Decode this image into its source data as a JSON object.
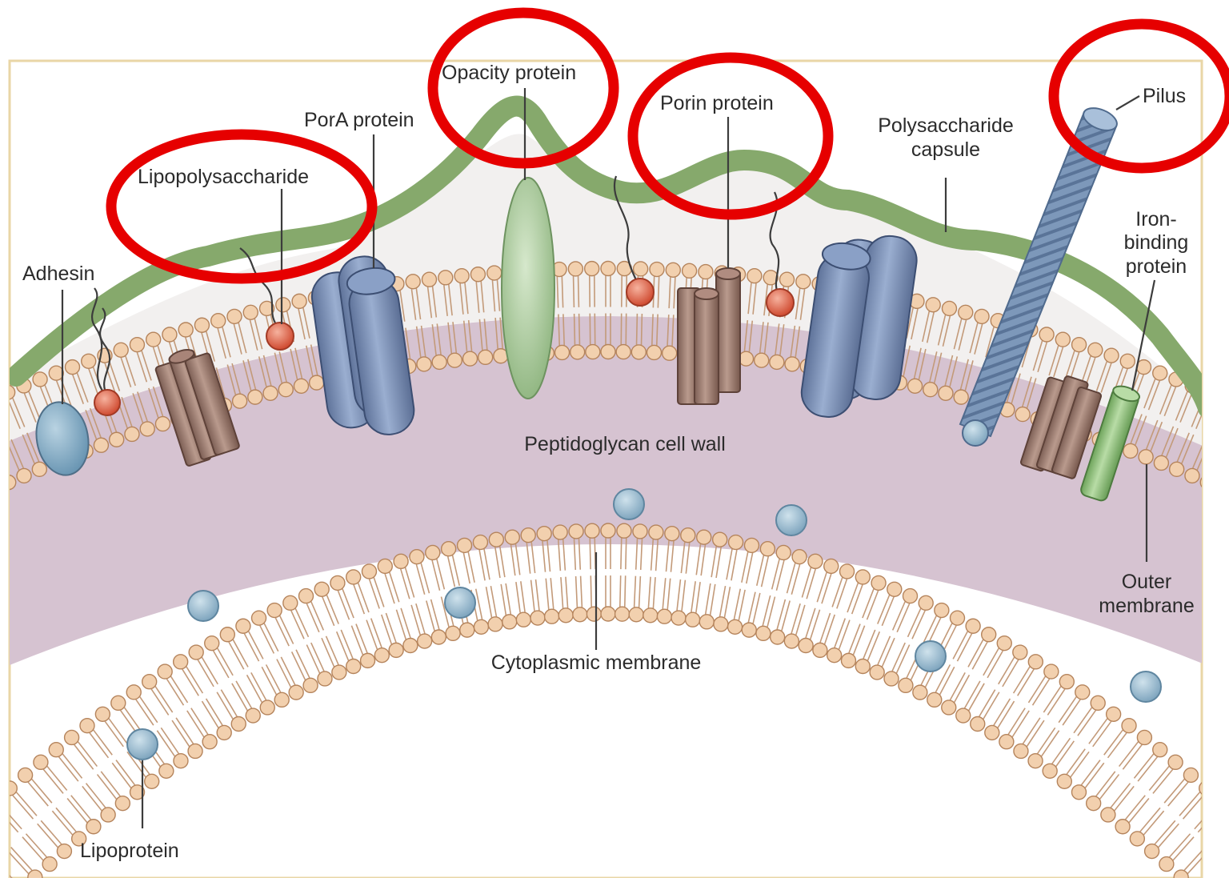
{
  "labels": {
    "adhesin": "Adhesin",
    "lipopolysaccharide": "Lipopolysaccharide",
    "pora_protein": "PorA protein",
    "opacity_protein": "Opacity protein",
    "porin_protein": "Porin protein",
    "polysaccharide_capsule_line1": "Polysaccharide",
    "polysaccharide_capsule_line2": "capsule",
    "pilus": "Pilus",
    "iron_binding_line1": "Iron-",
    "iron_binding_line2": "binding",
    "iron_binding_line3": "protein",
    "peptidoglycan": "Peptidoglycan cell wall",
    "outer_membrane_line1": "Outer",
    "outer_membrane_line2": "membrane",
    "cytoplasmic_membrane": "Cytoplasmic membrane",
    "lipoprotein": "Lipoprotein"
  },
  "highlighted_labels": [
    "Lipopolysaccharide",
    "Opacity protein",
    "Porin protein",
    "Pilus"
  ],
  "colors": {
    "capsule": "#86a96c",
    "periplasm": "#d6c3d1",
    "lipid_head": "#f2d0ae",
    "lipid_head_stroke": "#b5845c",
    "pora": "#7f92b5",
    "porin": "#9a7a6e",
    "opacity": "#a9c89a",
    "lps_dot": "#df6a50",
    "lipoprotein_dot": "#9dbcd0",
    "pilus": "#7d98ba",
    "iron_binding": "#8dbf77",
    "highlight": "#e60000",
    "frame": "#e9d6a6"
  }
}
